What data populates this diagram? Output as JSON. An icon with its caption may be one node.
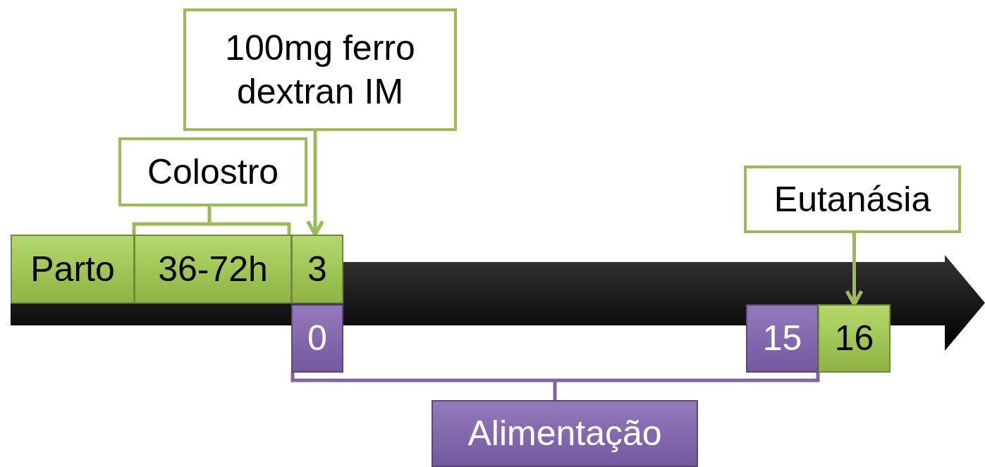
{
  "diagram": {
    "nodes": [
      {
        "text": [
          "100mg ferro dextran IM"
        ]
      },
      {
        "text": [
          "Colostro"
        ]
      },
      {
        "text": [
          "Eutanásia"
        ]
      },
      {
        "text": [
          "Parto"
        ]
      },
      {
        "text": [
          "36-72h"
        ]
      },
      {
        "text": [
          "3"
        ]
      },
      {
        "text": [
          "0"
        ]
      },
      {
        "text": [
          "15"
        ]
      },
      {
        "text": [
          "16"
        ]
      },
      {
        "text": [
          "Alimentação"
        ]
      }
    ],
    "edges": [
      {
        "from": 0,
        "to": 5,
        "arrow": "to"
      },
      {
        "from": 2,
        "to": 8,
        "arrow": "to"
      }
    ]
  }
}
